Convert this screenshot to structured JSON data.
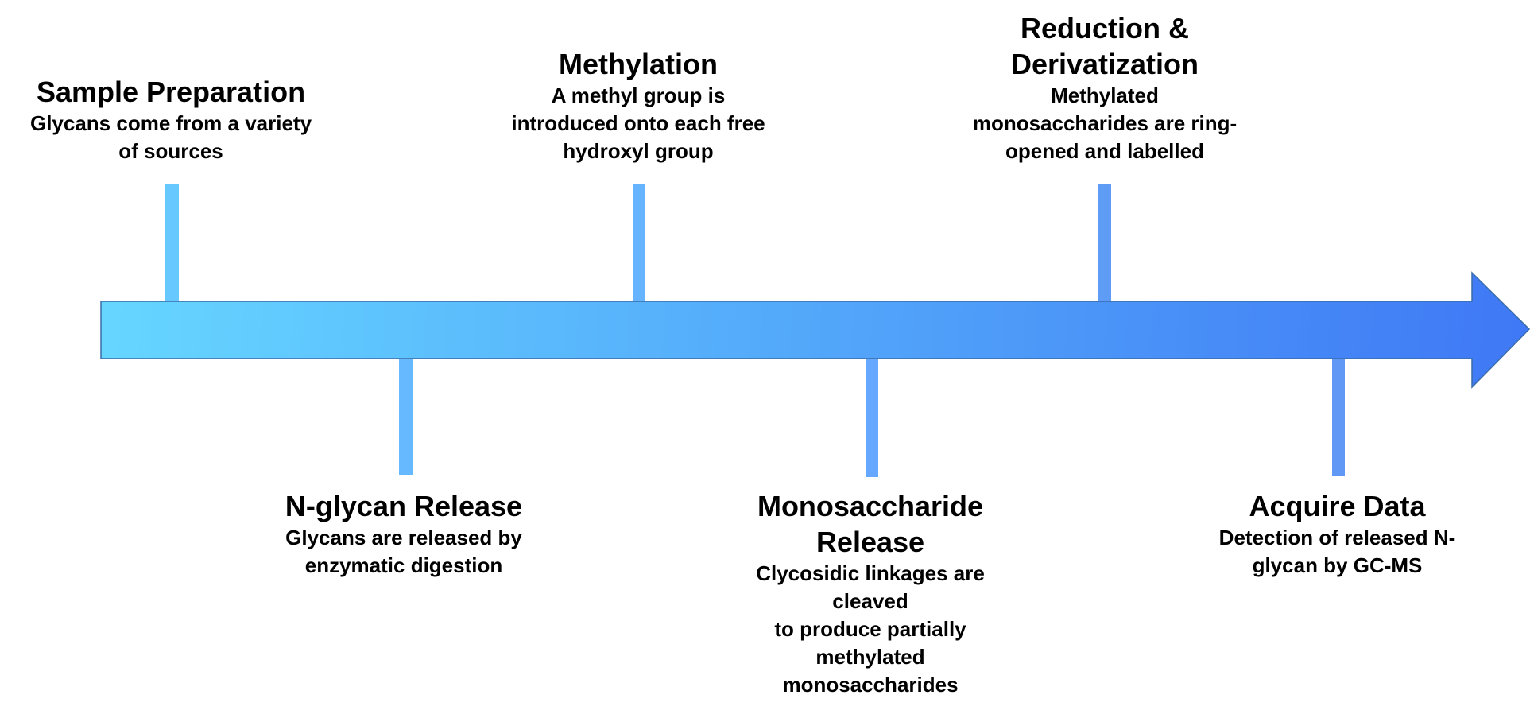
{
  "timeline": {
    "colors": {
      "arrow_start": "#66d6ff",
      "arrow_end": "#3f78f5",
      "arrow_stroke": "#3a6ca8",
      "connector": "#66b4ff"
    }
  },
  "steps": [
    {
      "title": "Sample Preparation",
      "description": "Glycans come from a variety\nof sources"
    },
    {
      "title": "N-glycan Release",
      "description": "Glycans are released by\nenzymatic digestion"
    },
    {
      "title": "Methylation",
      "description": "A methyl group is\nintroduced onto each free\nhydroxyl group"
    },
    {
      "title": "Monosaccharide\nRelease",
      "description": "Clycosidic linkages are\ncleaved\nto produce partially\nmethylated\nmonosaccharides"
    },
    {
      "title": "Reduction &\nDerivatization",
      "description": "Methylated\nmonosaccharides are ring-\nopened and labelled"
    },
    {
      "title": "Acquire Data",
      "description": "Detection of released N-\nglycan by GC-MS"
    }
  ]
}
